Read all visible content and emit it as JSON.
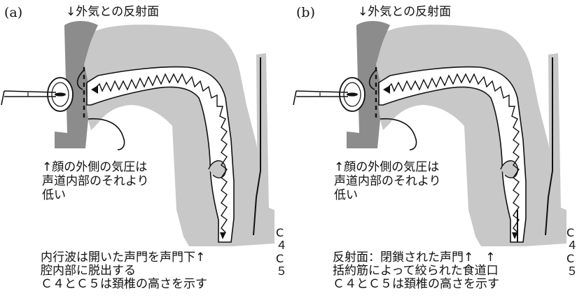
{
  "panels": [
    {
      "label": "(a)",
      "top_label": "↓外気との反射面",
      "pressure_note": [
        "↑顔の外側の気圧は",
        "声道内部のそれより",
        "低い"
      ],
      "vertebrae": [
        "C４",
        "C５"
      ],
      "caption": [
        "内行波は開いた声門を声門下↑",
        "腔内部に脱出する",
        "Ｃ４とＣ５は頚椎の高さを示す"
      ]
    },
    {
      "label": "(b)",
      "top_label": "↓外気との反射面",
      "pressure_note": [
        "↑顔の外側の気圧は",
        "声道内部のそれより",
        "低い"
      ],
      "vertebrae": [
        "C４",
        "C５"
      ],
      "caption": [
        "反射面：閉鎖された声門↑　↑",
        "括約筋によって絞られた食道口",
        "Ｃ４とＣ５は頚椎の高さを示す"
      ]
    }
  ],
  "colors": {
    "tissue_light": "#c8c8c8",
    "tissue_dark": "#8c8c8c",
    "line": "#111111"
  }
}
